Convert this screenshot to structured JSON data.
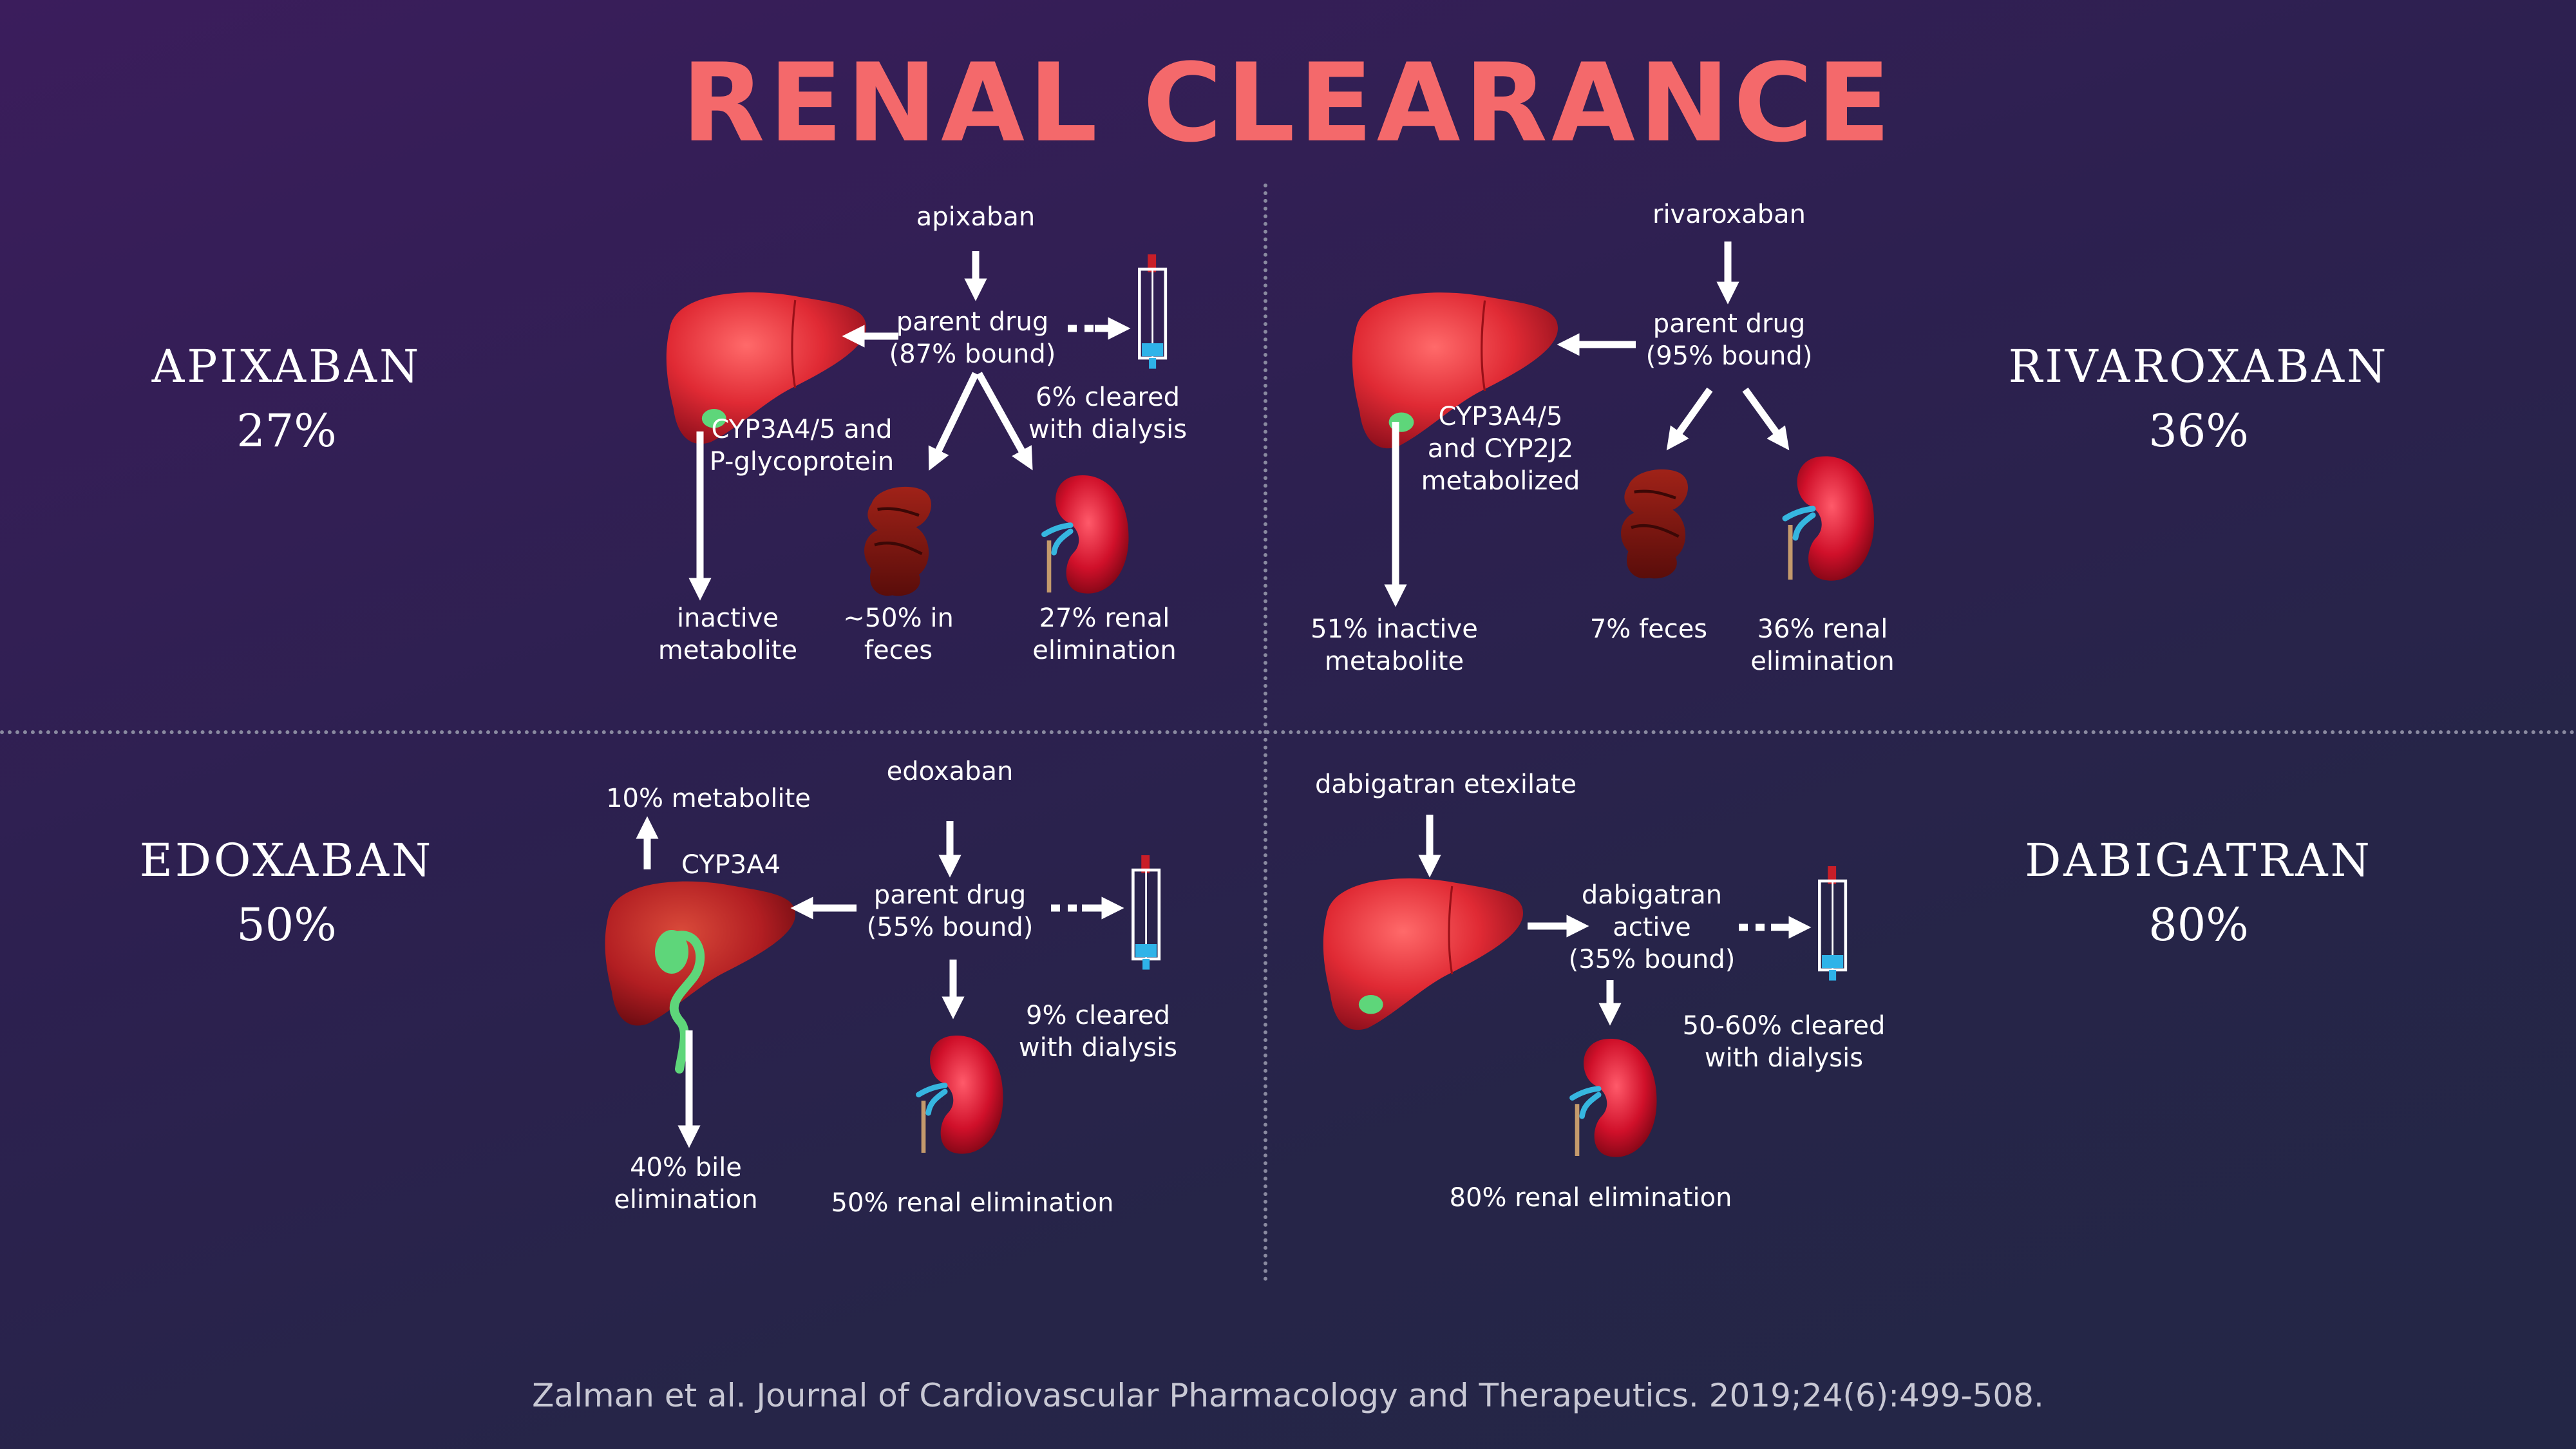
{
  "title": "RENAL CLEARANCE",
  "citation": "Zalman et al. Journal of Cardiovascular Pharmacology and Therapeutics. 2019;24(6):499-508.",
  "colors": {
    "accent": "#f4696b",
    "background": "#2a2150",
    "arrow": "#ffffff"
  },
  "apixaban": {
    "name": "APIXABAN",
    "percent": "27%",
    "drug": "apixaban",
    "parent": "parent drug\n(87% bound)",
    "enzyme": "CYP3A4/5 and\nP-glycoprotein",
    "dialysis": "6% cleared\nwith dialysis",
    "metabolite": "inactive\nmetabolite",
    "feces": "~50% in\nfeces",
    "renal": "27% renal\nelimination"
  },
  "rivaroxaban": {
    "name": "RIVAROXABAN",
    "percent": "36%",
    "drug": "rivaroxaban",
    "parent": "parent drug\n(95% bound)",
    "enzyme": "CYP3A4/5\nand CYP2J2\nmetabolized",
    "metabolite": "51% inactive\nmetabolite",
    "feces": "7% feces",
    "renal": "36% renal\nelimination"
  },
  "edoxaban": {
    "name": "EDOXABAN",
    "percent": "50%",
    "drug": "edoxaban",
    "metabolite": "10% metabolite",
    "enzyme": "CYP3A4",
    "parent": "parent drug\n(55% bound)",
    "dialysis": "9% cleared\nwith dialysis",
    "bile": "40% bile\nelimination",
    "renal": "50% renal elimination"
  },
  "dabigatran": {
    "name": "DABIGATRAN",
    "percent": "80%",
    "drug": "dabigatran etexilate",
    "active": "dabigatran\nactive\n(35% bound)",
    "dialysis": "50-60% cleared\nwith dialysis",
    "renal": "80% renal elimination"
  }
}
